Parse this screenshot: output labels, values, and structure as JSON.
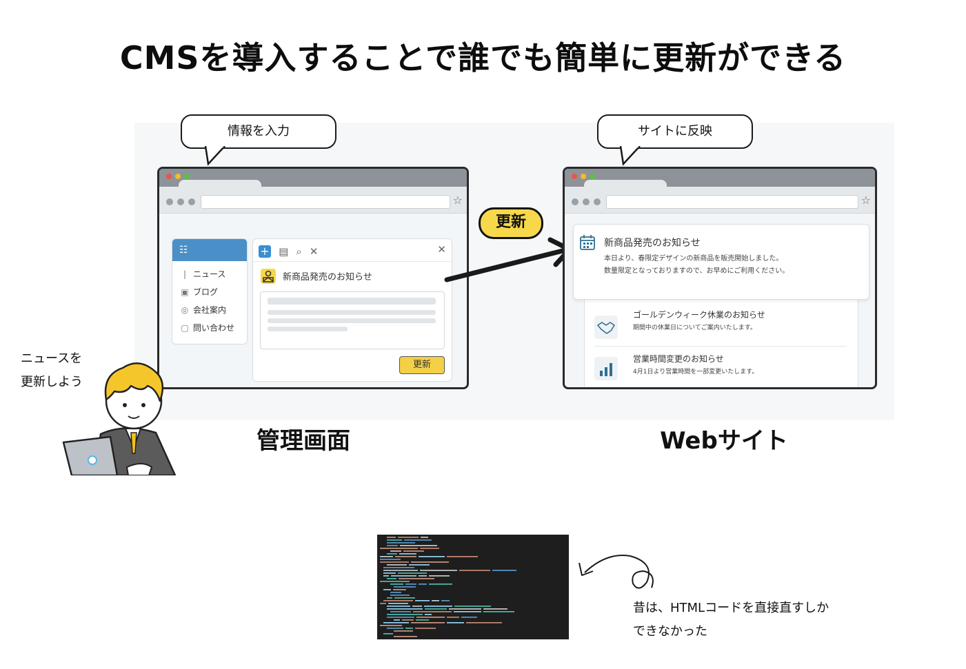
{
  "title": "CMSを導入することで誰でも簡単に更新ができる",
  "bubbles": {
    "left": "情報を入力",
    "right": "サイトに反映"
  },
  "admin": {
    "sidebar_items": [
      {
        "label": "ニュース",
        "icon": "line-icon"
      },
      {
        "label": "ブログ",
        "icon": "blog-icon"
      },
      {
        "label": "会社案内",
        "icon": "company-icon"
      },
      {
        "label": "問い合わせ",
        "icon": "mail-icon"
      }
    ],
    "editor_title": "新商品発売のお知らせ",
    "update_button": "更新"
  },
  "arrow_label": "更新",
  "site": {
    "featured_title": "新商品発売のお知らせ",
    "featured_body_1": "本日より、春限定デザインの新商品を販売開始しました。",
    "featured_body_2": "数量限定となっておりますので、お早めにご利用ください。",
    "items": [
      {
        "title": "ゴールデンウィーク休業のお知らせ",
        "body": "期間中の休業日についてご案内いたします。",
        "icon": "handshake-icon"
      },
      {
        "title": "営業時間変更のお知らせ",
        "body": "4月1日より営業時間を一部変更いたします。",
        "icon": "bar-chart-icon"
      }
    ]
  },
  "labels": {
    "admin": "管理画面",
    "website": "Webサイト"
  },
  "person_speech": {
    "line1": "ニュースを",
    "line2": "更新しよう"
  },
  "past_note": {
    "line1": "昔は、HTMLコードを直接直すしか",
    "line2": "できなかった"
  }
}
